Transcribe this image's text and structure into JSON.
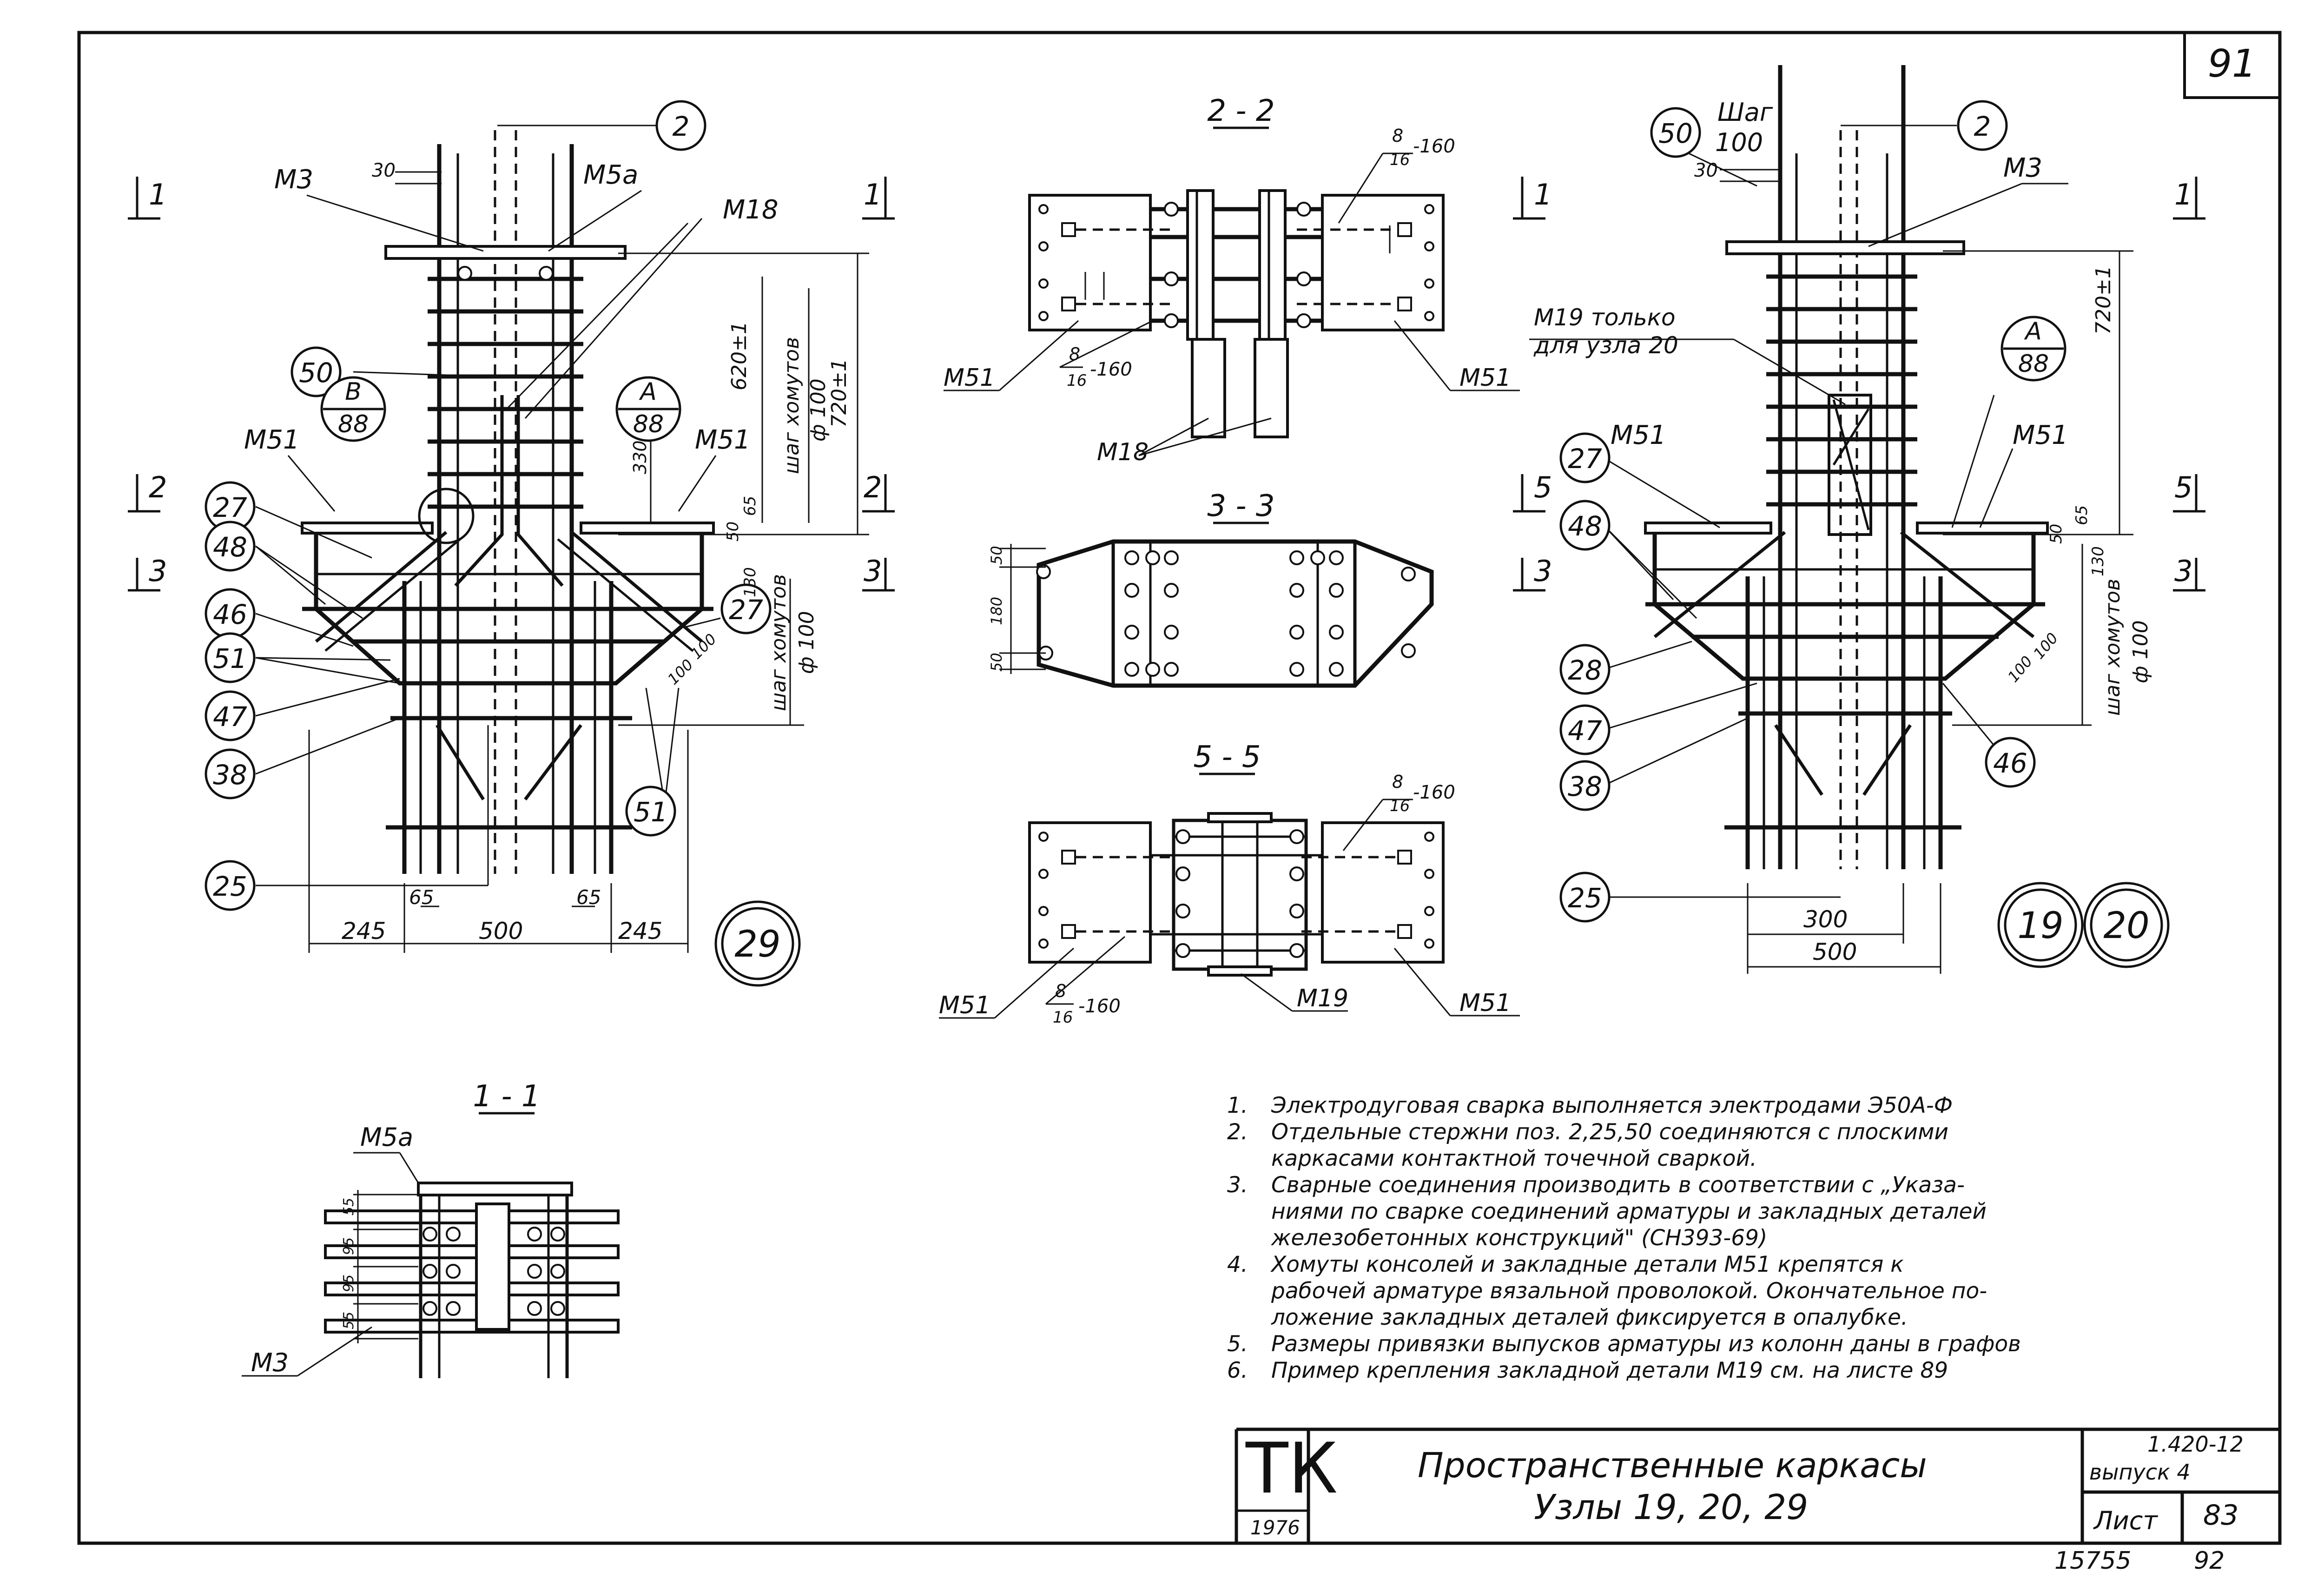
{
  "sheet": {
    "sheet_number": "91",
    "bottom_left_code": "15755",
    "bottom_right_code": "92"
  },
  "title_block": {
    "logo": "ТК",
    "year": "1976",
    "title_line1": "Пространственные каркасы",
    "title_line2": "Узлы 19, 20, 29",
    "series": "1.420-12",
    "issue": "выпуск 4",
    "sheet_label": "Лист",
    "sheet_value": "83"
  },
  "node29": {
    "node_label": "29",
    "section_marks": [
      "1",
      "1",
      "2",
      "2",
      "3",
      "3"
    ],
    "bubbles": [
      "2",
      "50",
      "27",
      "48",
      "46",
      "51",
      "47",
      "38",
      "25",
      "27",
      "51"
    ],
    "callout_A": {
      "top": "A",
      "bottom": "88"
    },
    "callout_B": {
      "top": "B",
      "bottom": "88"
    },
    "labels": {
      "m3": "М3",
      "m5a": "М5а",
      "m18": "М18",
      "m51_left": "М51",
      "m51_right": "М51"
    },
    "dims": {
      "top": "30",
      "h620": "620±1",
      "h720": "720±1",
      "step_top": "шаг хомутов",
      "step_top_value": "ф 100",
      "step_bottom": "шаг хомутов",
      "step_bottom_value": "ф 100",
      "d330": "330",
      "d65": "65",
      "d50": "50",
      "d130": "130",
      "d100a": "100",
      "d100b": "100",
      "d65_left": "65",
      "d65_right": "65",
      "w245_left": "245",
      "w500": "500",
      "w245_right": "245"
    }
  },
  "node19_20": {
    "node_labels": [
      "19",
      "20"
    ],
    "section_marks": [
      "1",
      "1",
      "5",
      "5",
      "3",
      "3"
    ],
    "bubbles": [
      "50",
      "2",
      "27",
      "48",
      "28",
      "47",
      "38",
      "25",
      "46"
    ],
    "callout_A": {
      "top": "A",
      "bottom": "88"
    },
    "labels": {
      "step_label": "Шаг",
      "step_value": "100",
      "m3": "М3",
      "m19_note_line1": "М19 только",
      "m19_note_line2": "для узла 20",
      "m51_left": "М51",
      "m51_right": "М51"
    },
    "dims": {
      "top": "30",
      "h720": "720±1",
      "d50": "50",
      "d65": "65",
      "d130": "130",
      "step": "шаг хомутов",
      "step_value": "ф 100",
      "d100a": "100",
      "d100b": "100",
      "w300": "300",
      "w500": "500"
    }
  },
  "section_2_2": {
    "title": "2 - 2",
    "weld_top": {
      "num": "8",
      "den": "16",
      "tail": "-160"
    },
    "weld_bottom": {
      "num": "8",
      "den": "16",
      "tail": "-160"
    },
    "labels": {
      "m51_left": "М51",
      "m51_right": "М51",
      "m18": "М18"
    }
  },
  "section_3_3": {
    "title": "3 - 3",
    "dims": {
      "d50_top": "50",
      "d180": "180",
      "d50_bottom": "50"
    }
  },
  "section_5_5": {
    "title": "5 - 5",
    "weld_top": {
      "num": "8",
      "den": "16",
      "tail": "-160"
    },
    "weld_bottom": {
      "num": "8",
      "den": "16",
      "tail": "-160"
    },
    "labels": {
      "m51_left": "М51",
      "m51_right": "М51",
      "m19": "М19"
    }
  },
  "section_1_1": {
    "title": "1 - 1",
    "labels": {
      "m5a": "М5а",
      "m3": "М3"
    },
    "dims": {
      "d55_top": "55",
      "d95a": "95",
      "d95b": "95",
      "d55_bottom": "55"
    }
  },
  "notes": [
    {
      "num": "1.",
      "lines": [
        "Электродуговая сварка выполняется электродами Э50А-Ф"
      ]
    },
    {
      "num": "2.",
      "lines": [
        "Отдельные стержни поз. 2,25,50 соединяются с плоскими",
        "каркасами контактной точечной сваркой."
      ]
    },
    {
      "num": "3.",
      "lines": [
        "Сварные соединения производить в соответствии с „Указа-",
        "ниями по сварке соединений арматуры и закладных деталей",
        "железобетонных конструкций\" (СН393-69)"
      ]
    },
    {
      "num": "4.",
      "lines": [
        "Хомуты консолей и закладные детали М51 крепятся к",
        "рабочей арматуре вязальной проволокой. Окончательное по-",
        "ложение закладных деталей фиксируется в опалубке."
      ]
    },
    {
      "num": "5.",
      "lines": [
        "Размеры привязки выпусков арматуры из колонн даны в графов"
      ]
    },
    {
      "num": "6.",
      "lines": [
        "Пример крепления закладной детали М19 см. на листе 89"
      ]
    }
  ]
}
